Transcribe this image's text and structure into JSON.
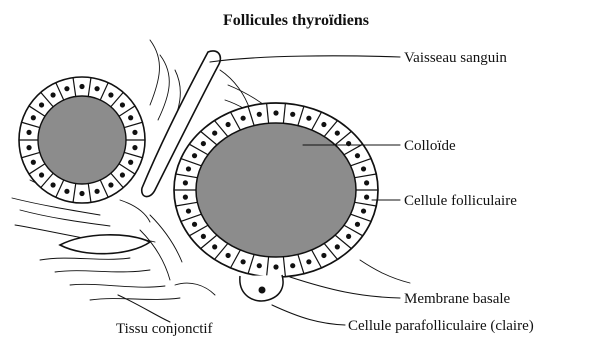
{
  "title": "Follicules thyroïdiens",
  "labels": {
    "vessel": "Vaisseau sanguin",
    "colloid": "Colloïde",
    "follicular_cell": "Cellule folliculaire",
    "basal_membrane": "Membrane basale",
    "parafollicular_cell": "Cellule parafolliculaire (claire)",
    "connective_tissue": "Tissu conjonctif"
  },
  "colors": {
    "ink": "#111111",
    "colloid": "#8c8c8c",
    "background": "#ffffff"
  }
}
